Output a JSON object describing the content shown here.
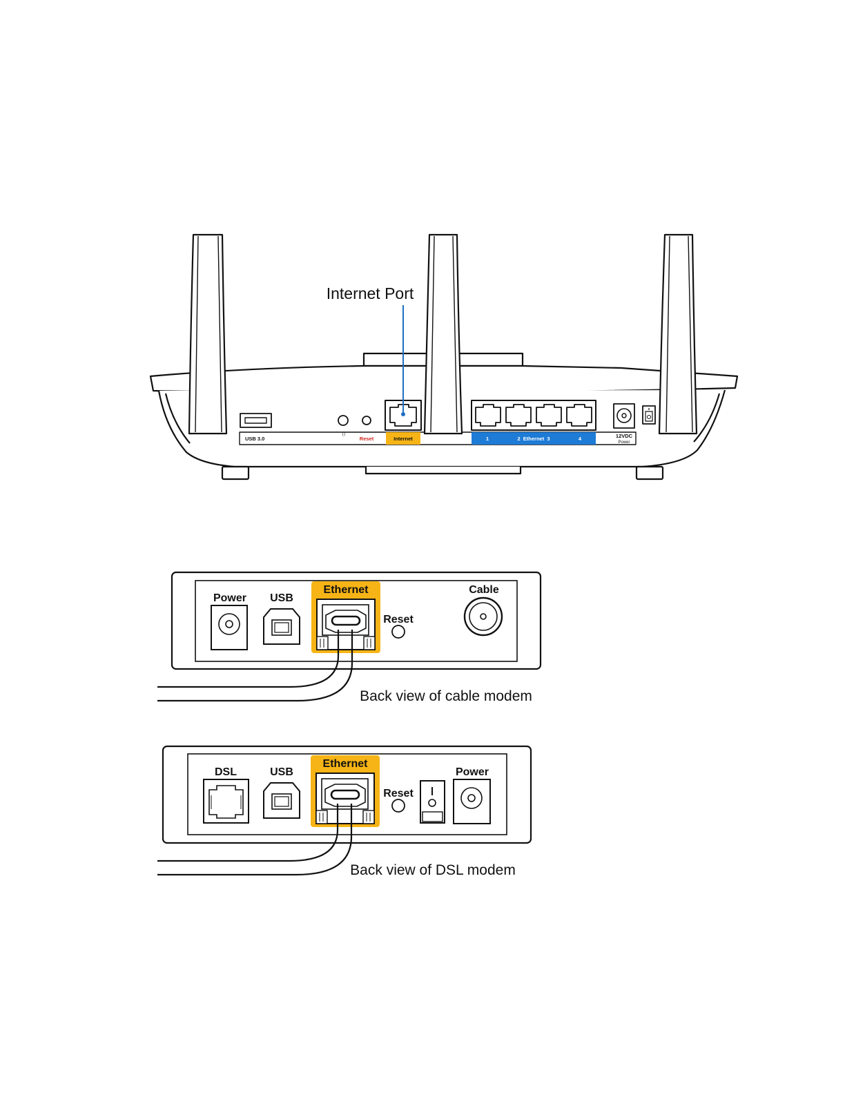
{
  "router": {
    "callout": "Internet Port",
    "labels": {
      "usb": "USB 3.0",
      "reset": "Reset",
      "internet": "Internet",
      "eth1": "1",
      "eth_mid": "2  Ethernet  3",
      "eth4": "4",
      "power_top": "12VDC",
      "power_bottom": "Power"
    }
  },
  "cable_modem": {
    "power": "Power",
    "usb": "USB",
    "ethernet": "Ethernet",
    "reset": "Reset",
    "cable": "Cable",
    "caption": "Back view of cable modem"
  },
  "dsl_modem": {
    "dsl": "DSL",
    "usb": "USB",
    "ethernet": "Ethernet",
    "reset": "Reset",
    "power": "Power",
    "caption": "Back view of DSL modem"
  },
  "colors": {
    "highlight": "#F7B416",
    "ethernet_bar": "#1E7BD6",
    "reset_text": "#D0261E",
    "callout_line": "#1E6FC4",
    "stroke": "#111111"
  }
}
